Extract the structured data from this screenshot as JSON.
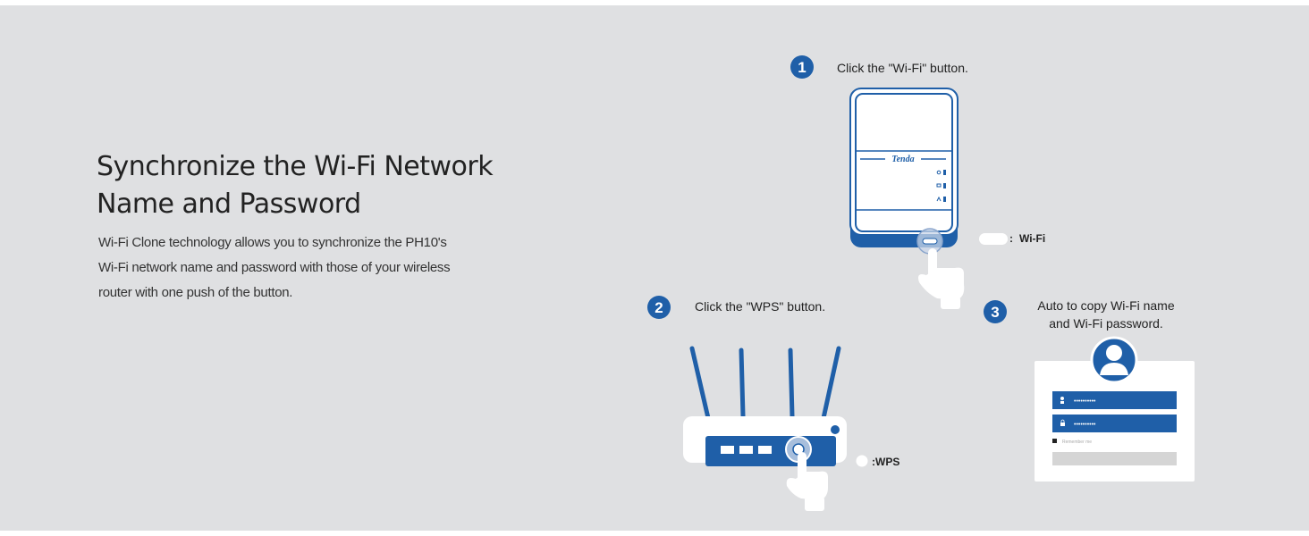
{
  "headline": {
    "line1": "Synchronize the Wi-Fi Network",
    "line2": "Name and Password"
  },
  "description": {
    "lines": [
      "Wi-Fi Clone technology allows you to synchronize the PH10's",
      "Wi-Fi network name and password with those of your wireless",
      "router with one push of the button."
    ]
  },
  "steps": [
    {
      "number": "1",
      "text": "Click the \"Wi-Fi\" button."
    },
    {
      "number": "2",
      "text": "Click the \"WPS\" button."
    },
    {
      "number": "3",
      "lines": [
        "Auto to copy Wi-Fi name",
        "and Wi-Fi password."
      ]
    }
  ],
  "device": {
    "brand": "Tenda",
    "button_label": "Wi-Fi",
    "colon": ":"
  },
  "router": {
    "button_label": ":WPS"
  },
  "login_form": {
    "username_masked": "••••••••••",
    "password_masked": "••••••••••",
    "remember_label": "Remember me"
  },
  "colors": {
    "background": "#dfe0e2",
    "accent_blue": "#1f5fa8",
    "panel_white": "#ffffff"
  }
}
